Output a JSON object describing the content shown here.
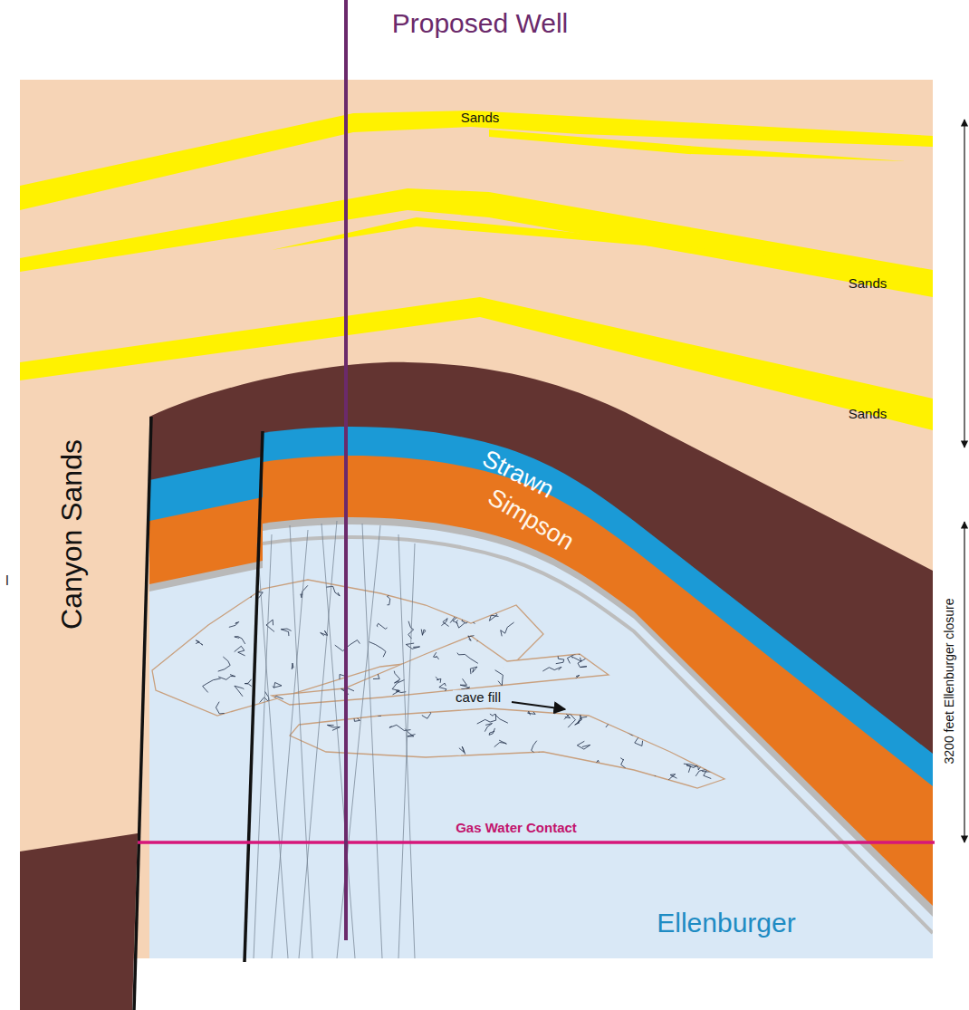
{
  "diagram": {
    "labels": [
      "Proposed Well",
      "Sands",
      "Sands",
      "Sands",
      "Canyon Sands",
      "l",
      "Strawn",
      "Simpson",
      "cave fill",
      "Gas Water Contact",
      "3200 feet Ellenburger closure",
      "Ellenburger"
    ]
  }
}
